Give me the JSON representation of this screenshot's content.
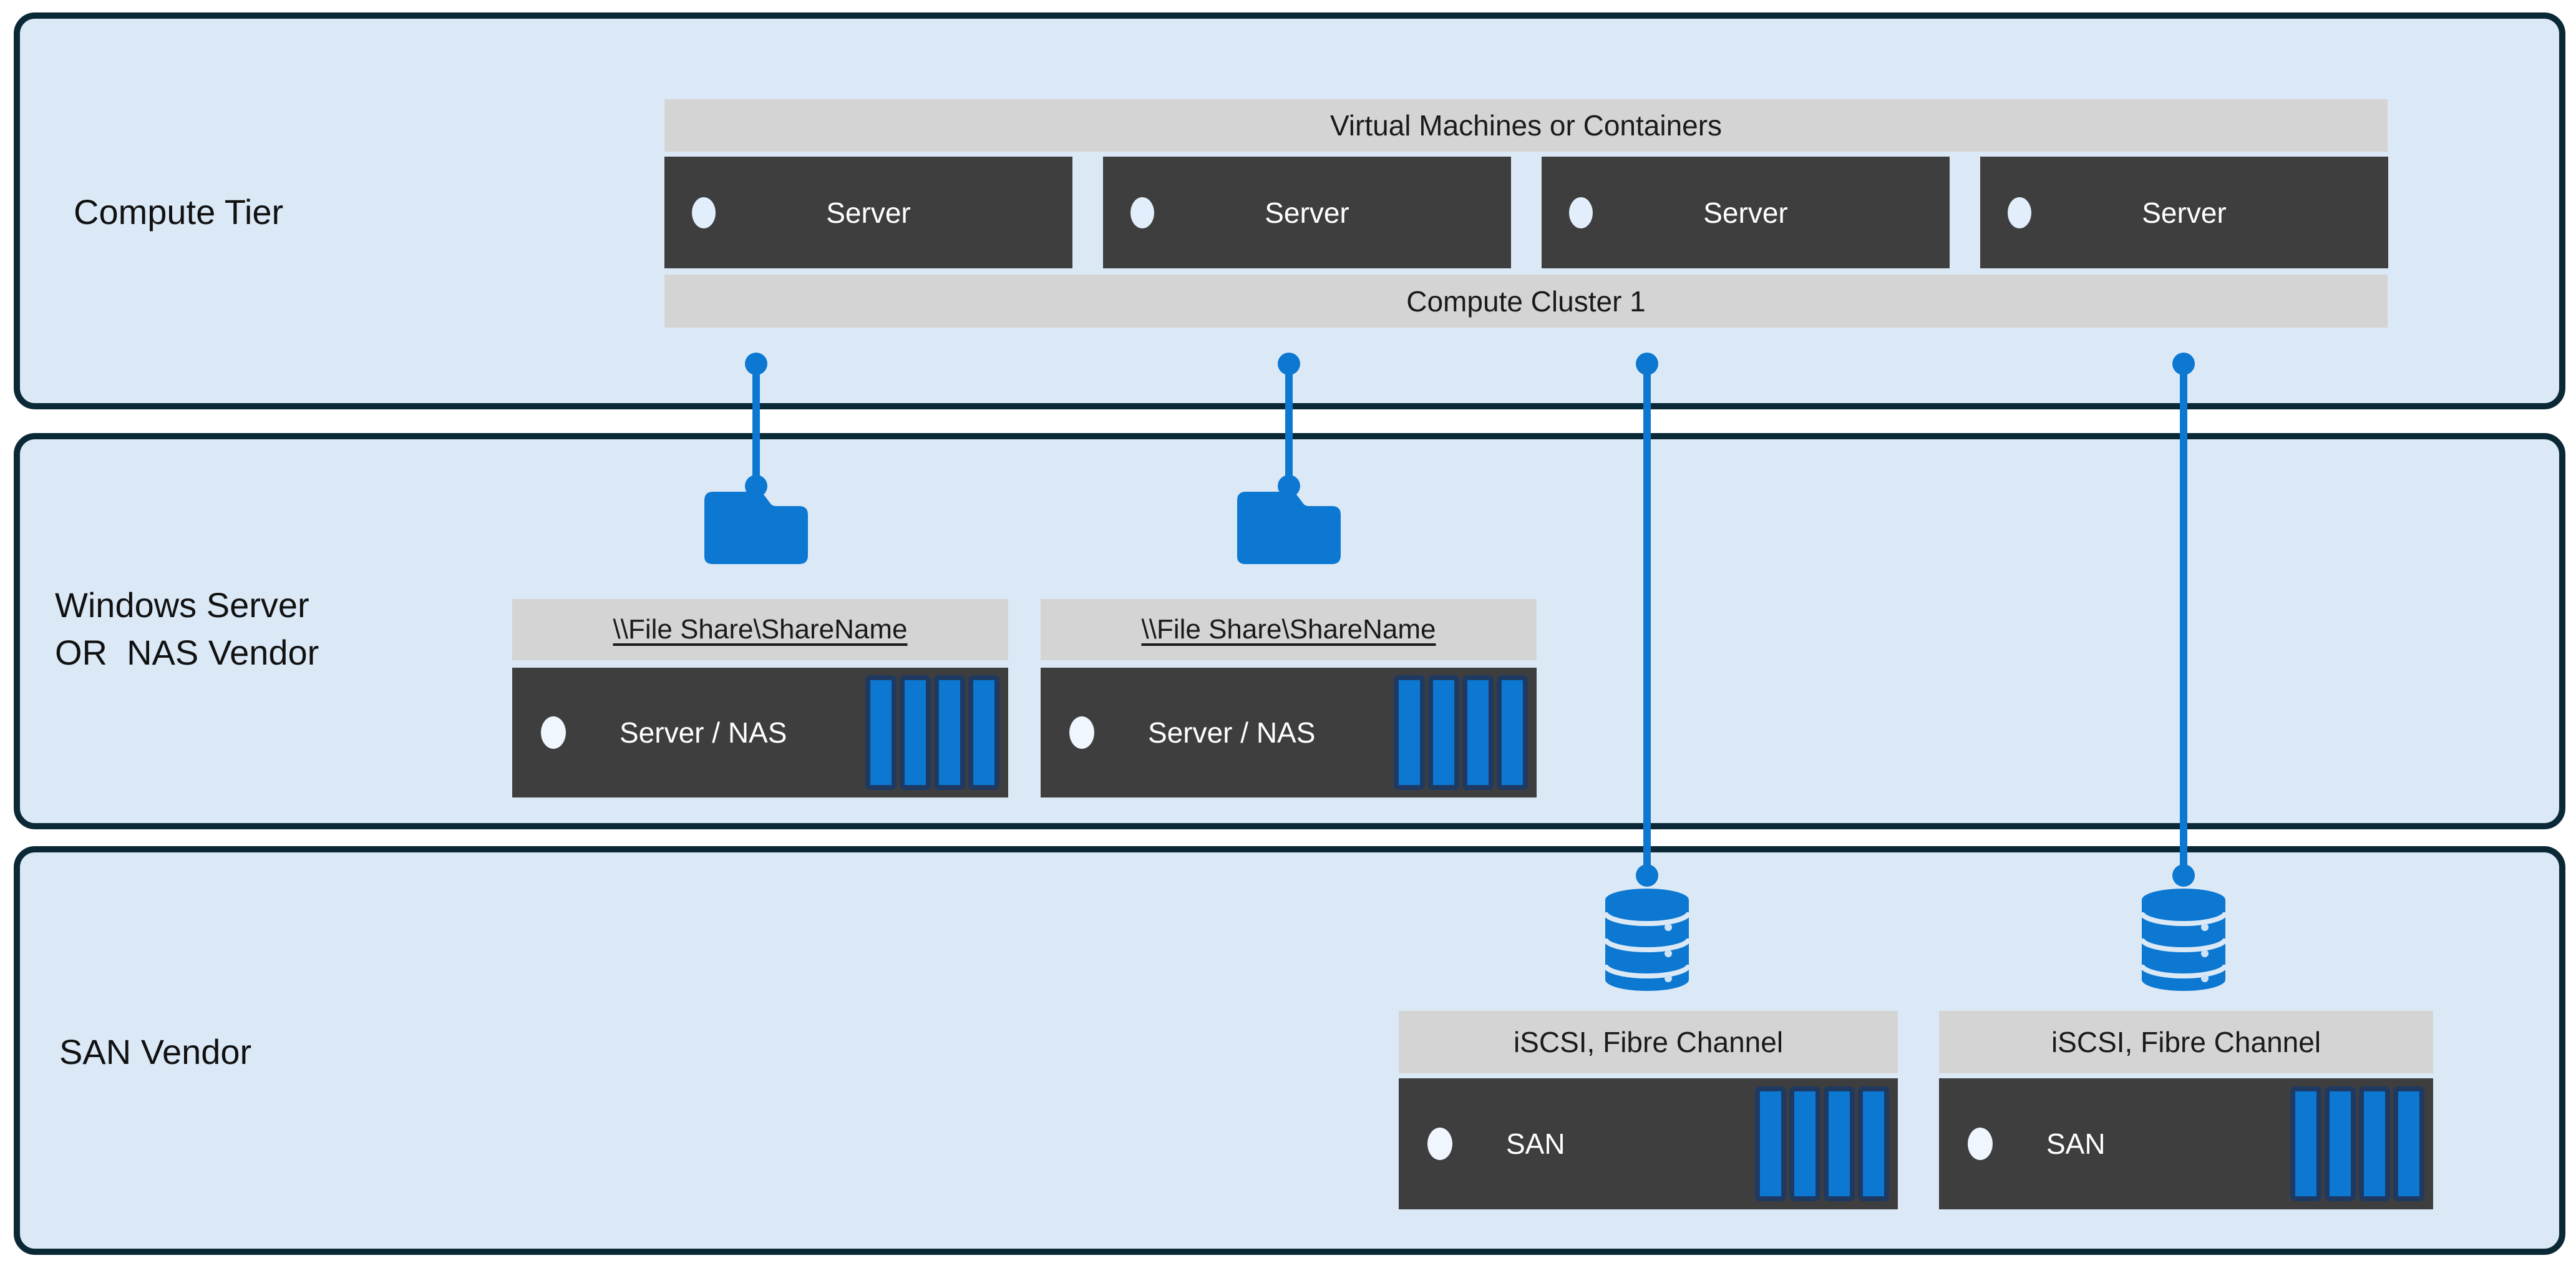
{
  "colors": {
    "tier_fill": "#dbe9f7",
    "tier_border": "#0b2836",
    "bar_gray": "#d4d4d4",
    "box_dark": "#3e3e3e",
    "accent_blue": "#0d78d2",
    "disk_border_navy": "#1e3a63",
    "text_dark": "#111111",
    "text_light": "#ffffff"
  },
  "tiers": {
    "compute": {
      "label": "Compute Tier"
    },
    "nas": {
      "label": "Windows Server\nOR  NAS Vendor"
    },
    "san": {
      "label": "SAN Vendor"
    }
  },
  "compute_cluster": {
    "top_bar_label": "Virtual Machines or Containers",
    "bottom_bar_label": "Compute Cluster 1",
    "servers": [
      {
        "label": "Server"
      },
      {
        "label": "Server"
      },
      {
        "label": "Server"
      },
      {
        "label": "Server"
      }
    ]
  },
  "nas_groups": [
    {
      "share_path": "\\\\File Share\\ShareName",
      "device_label": "Server / NAS"
    },
    {
      "share_path": "\\\\File Share\\ShareName",
      "device_label": "Server / NAS"
    }
  ],
  "san_groups": [
    {
      "protocol_label": "iSCSI, Fibre Channel",
      "device_label": "SAN"
    },
    {
      "protocol_label": "iSCSI, Fibre Channel",
      "device_label": "SAN"
    }
  ]
}
